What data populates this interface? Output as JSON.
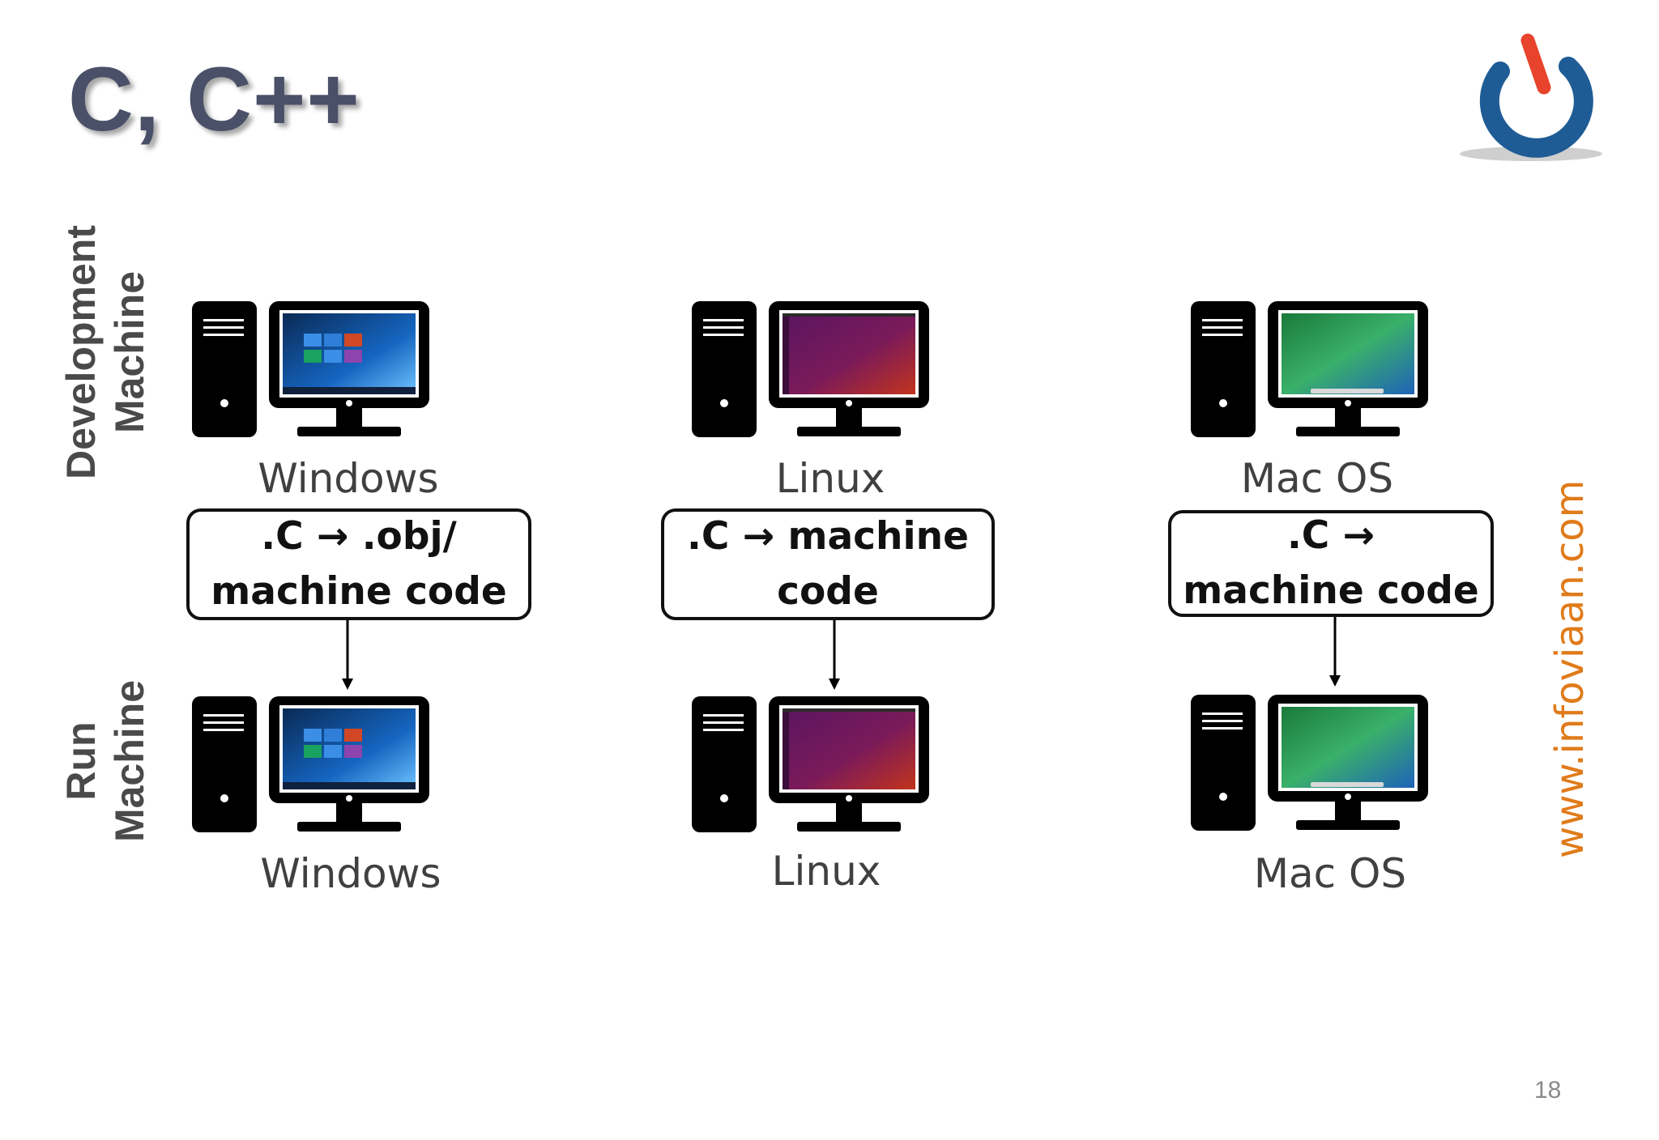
{
  "title": "C, C++",
  "row_labels": {
    "development": [
      "Development",
      "Machine"
    ],
    "run": [
      "Run",
      "Machine"
    ]
  },
  "columns": [
    {
      "dev_os": "Windows",
      "code_lines": [
        ".C  →   .obj/",
        "machine code"
      ],
      "run_os": "Windows",
      "screen": "windows-desktop-icon"
    },
    {
      "dev_os": "Linux",
      "code_lines": [
        ".C   → machine",
        "code"
      ],
      "run_os": "Linux",
      "screen": "linux-desktop-icon"
    },
    {
      "dev_os": "Mac OS",
      "code_lines": [
        ".C  →",
        "machine code"
      ],
      "run_os": "Mac OS",
      "screen": "macos-desktop-icon"
    }
  ],
  "website": "www.infoviaan.com",
  "page_number": "18",
  "colors": {
    "title": "#4a5068",
    "website": "#e07b1a",
    "logo_blue": "#1f5c96",
    "logo_red": "#e8432c"
  }
}
